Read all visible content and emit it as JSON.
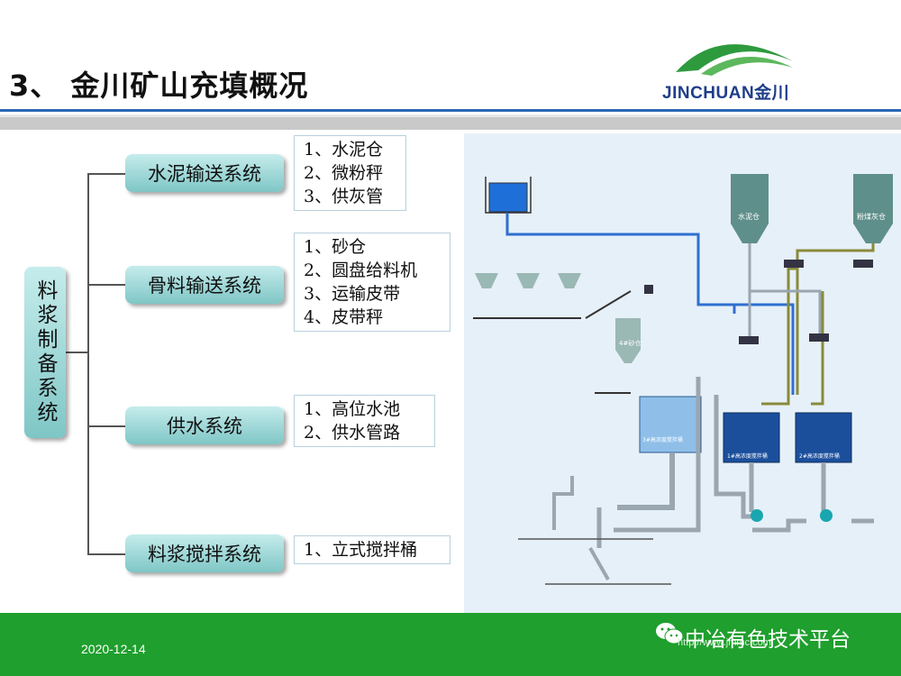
{
  "title": "3、 金川矿山充填概况",
  "logo": {
    "text": "JINCHUAN金川",
    "colors": {
      "green": "#2e9a3e",
      "blue": "#1e3d8a"
    }
  },
  "tree": {
    "root": "料浆制备系统",
    "systems": [
      {
        "label": "水泥输送系统",
        "items": [
          "1、水泥仓",
          "2、微粉秤",
          "3、供灰管"
        ]
      },
      {
        "label": "骨料输送系统",
        "items": [
          "1、砂仓",
          "2、圆盘给料机",
          "3、运输皮带",
          "4、皮带秤"
        ]
      },
      {
        "label": "供水系统",
        "items": [
          "1、高位水池",
          "2、供水管路"
        ]
      },
      {
        "label": "料浆搅拌系统",
        "items": [
          "1、立式搅拌桶"
        ]
      }
    ]
  },
  "diagram": {
    "labels": {
      "cement_silo": "水泥仓",
      "flyash_silo": "粉煤灰仓",
      "sand_silo": "4#砂仓",
      "mixer_1": "1#高浓度搅拌桶",
      "mixer_2": "2#高浓度搅拌桶",
      "mixer_3": "3#高浓度搅拌桶"
    },
    "colors": {
      "water_pipe": "#2f6fd0",
      "flyash_pipe": "#8a8a3a",
      "slurry_pipe": "#9aa6b0",
      "silo": "#5f8f8a",
      "mixer": "#1b4f9c"
    }
  },
  "footer": {
    "date": "2020-12-14",
    "watermark": "中冶有色技术平台",
    "watermark_url": "http://www.jmmc.com"
  }
}
